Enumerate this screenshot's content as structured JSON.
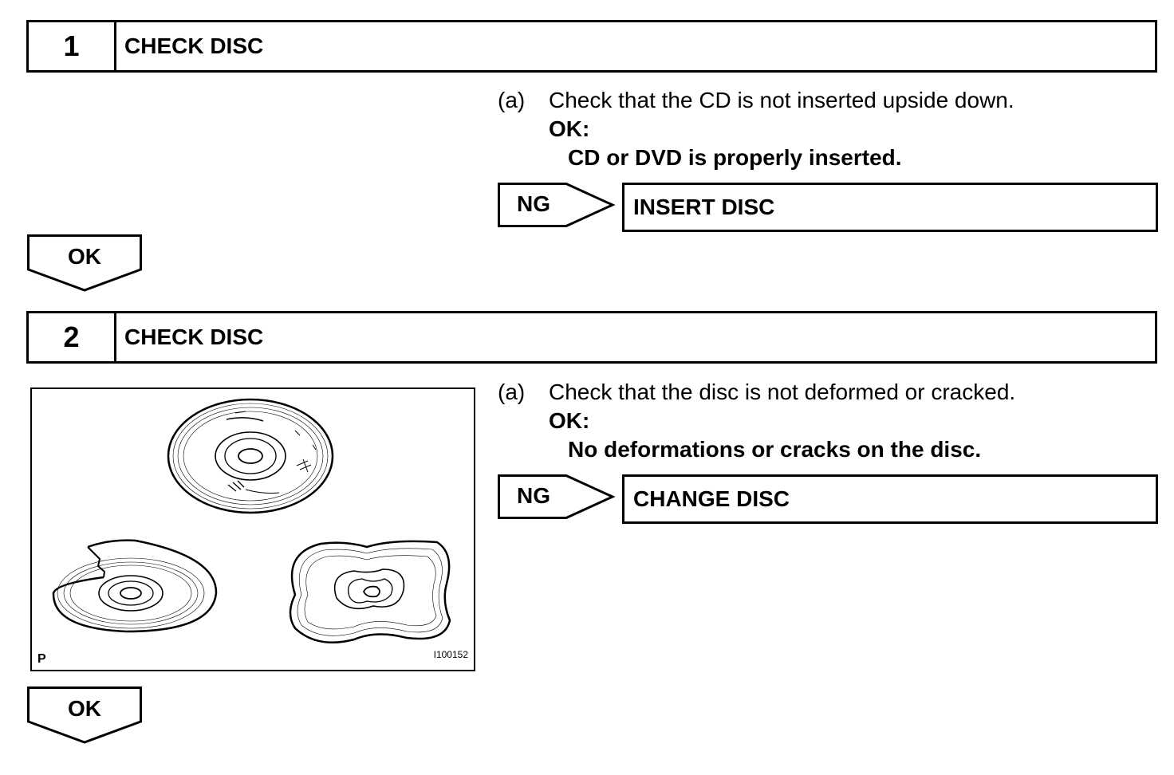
{
  "step1": {
    "number": "1",
    "title": "CHECK DISC",
    "instruction_marker": "(a)",
    "instruction_text": "Check that the CD is not inserted upside down.",
    "ok_label": "OK:",
    "ok_detail": "CD or DVD is properly inserted.",
    "ng_label": "NG",
    "ng_action": "INSERT DISC",
    "ok_arrow_label": "OK"
  },
  "step2": {
    "number": "2",
    "title": "CHECK DISC",
    "instruction_marker": "(a)",
    "instruction_text": "Check that the disc is not deformed or cracked.",
    "ok_label": "OK:",
    "ok_detail": "No deformations or cracks on the disc.",
    "ng_label": "NG",
    "ng_action": "CHANGE DISC",
    "ok_arrow_label": "OK",
    "figure": {
      "corner_label": "P",
      "code": "I100152"
    }
  }
}
